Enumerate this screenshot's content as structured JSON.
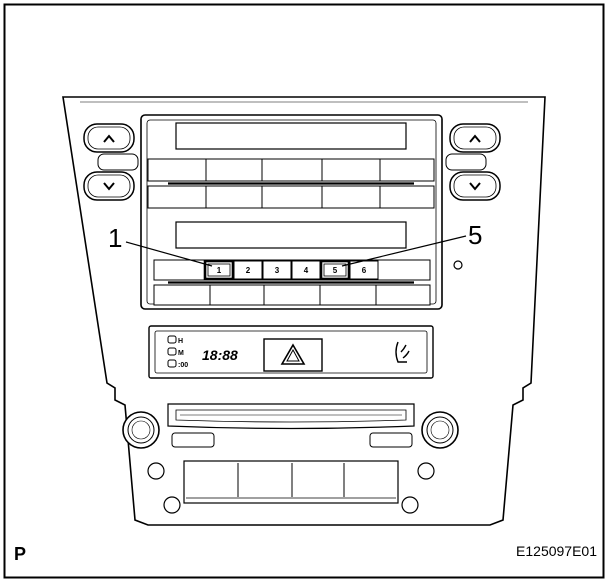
{
  "callouts": {
    "left": "1",
    "right": "5"
  },
  "preset_buttons": [
    "1",
    "2",
    "3",
    "4",
    "5",
    "6"
  ],
  "clock": {
    "mode_labels": [
      "H",
      "M",
      ":00"
    ],
    "display": "18:88"
  },
  "corner_letter": "P",
  "figure_id": "E125097E01",
  "icons": {
    "up": "chevron-up-icon",
    "down": "chevron-down-icon",
    "hazard": "hazard-triangle-icon",
    "seat": "seat-icon"
  },
  "colors": {
    "line": "#000000",
    "background": "#ffffff",
    "panel": "#ffffff"
  }
}
